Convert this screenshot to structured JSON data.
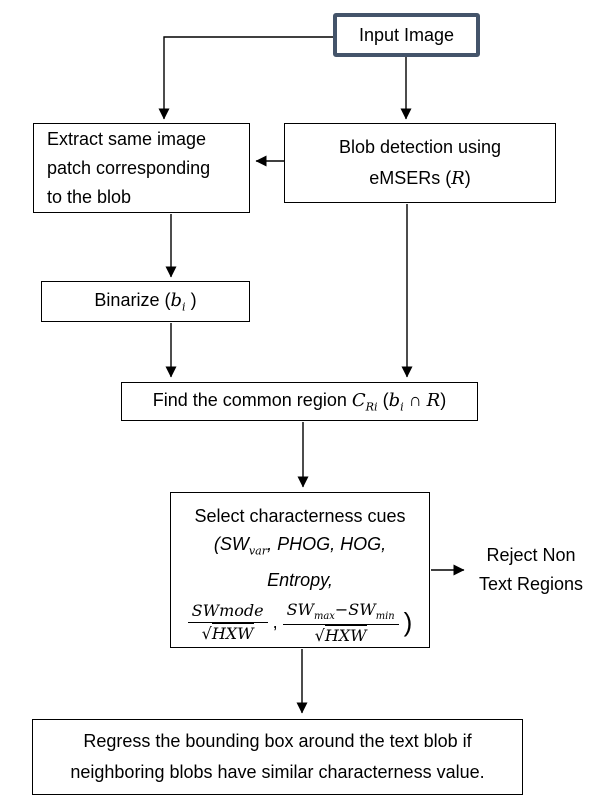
{
  "flowchart": {
    "colors": {
      "input_border": "#44546A",
      "box_border": "#000000",
      "arrow": "#000000"
    },
    "nodes": {
      "input": {
        "label": "Input Image"
      },
      "extract": {
        "line1": "Extract same image",
        "line2": "patch corresponding",
        "line3": "to the blob"
      },
      "blob": {
        "line1": "Blob detection using",
        "pre": "eMSERs (",
        "var_r": "R",
        "post": ")"
      },
      "binarize": {
        "pre": "Binarize (",
        "var_b": "b",
        "sub_i": "i",
        "post": " )"
      },
      "common": {
        "pre": "Find the common region ",
        "var_c": "C",
        "sub_ri": "Ri",
        "mid": " (",
        "var_b": "b",
        "sub_i": "i",
        "intersect": " ∩ ",
        "var_r": "R",
        "post": ")"
      },
      "select": {
        "line1": "Select characterness cues",
        "line2_open": "(",
        "line2_sw": "SW",
        "line2_sub": "var",
        "line2_rest": ", PHOG, HOG,",
        "line3": "Entropy,",
        "frac1_num": "SWmode",
        "radical": "√",
        "den": "HXW",
        "comma": ",",
        "frac2_sw1": "SW",
        "frac2_sub1": "max",
        "frac2_minus": "−",
        "frac2_sw2": "SW",
        "frac2_sub2": "min",
        "close_paren": ")"
      },
      "reject": {
        "line1": "Reject Non",
        "line2": "Text Regions"
      },
      "regress": {
        "line1": "Regress the bounding box around the text blob if",
        "line2": "neighboring blobs have similar characterness value."
      }
    }
  }
}
